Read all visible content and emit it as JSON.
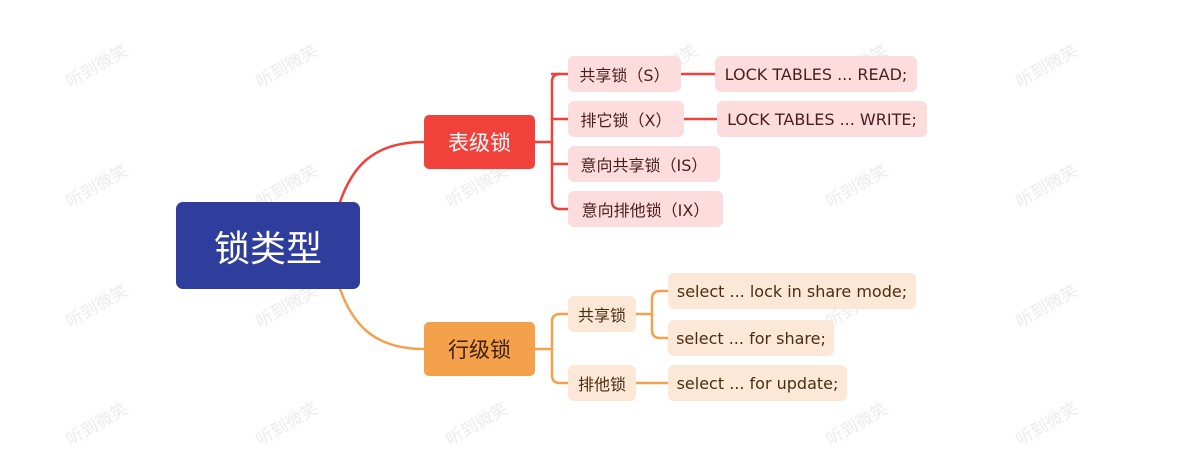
{
  "watermark": "听到微笑",
  "colors": {
    "root": "#2f3d9c",
    "table_lock": "#f0413b",
    "row_lock": "#f5a04b",
    "table_leaf": "#fcdcdc",
    "row_leaf": "#fde7d6"
  },
  "root": {
    "label": "锁类型"
  },
  "table_lock": {
    "label": "表级锁",
    "children": [
      {
        "label": "共享锁（S）",
        "detail": "LOCK TABLES ... READ;"
      },
      {
        "label": "排它锁（X）",
        "detail": "LOCK TABLES ... WRITE;"
      },
      {
        "label": "意向共享锁（IS）"
      },
      {
        "label": "意向排他锁（IX）"
      }
    ]
  },
  "row_lock": {
    "label": "行级锁",
    "children": [
      {
        "label": "共享锁",
        "details": [
          "select ... lock in share mode;",
          "select ... for share;"
        ]
      },
      {
        "label": "排他锁",
        "details": [
          "select ... for update;"
        ]
      }
    ]
  }
}
